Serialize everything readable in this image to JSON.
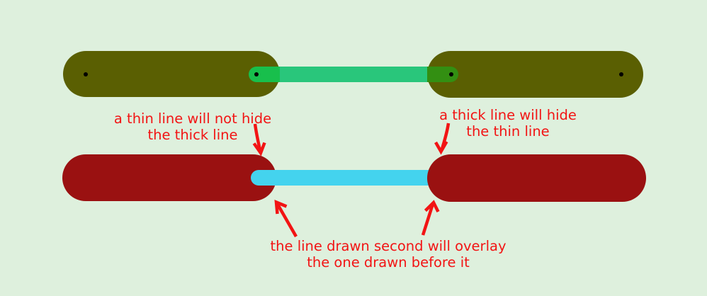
{
  "colors": {
    "background": "#DEF0DD",
    "thick_olive": "#5A5F02",
    "thin_green": "#29C67B",
    "thin_green_cap": "#18BF4C",
    "thin_green_hidden": "#338F12",
    "thick_red": "#9A1111",
    "thin_cyan": "#44D3EE",
    "annotation": "#F21414",
    "dot": "#000000"
  },
  "annotations": {
    "thin_not_hide": {
      "line1": "a thin line will not hide",
      "line2": "the thick line"
    },
    "thick_hide": {
      "line1": "a thick line will hide",
      "line2": "the thin line"
    },
    "draw_order": {
      "line1": "the line drawn second will overlay",
      "line2": "the one drawn before it"
    }
  }
}
